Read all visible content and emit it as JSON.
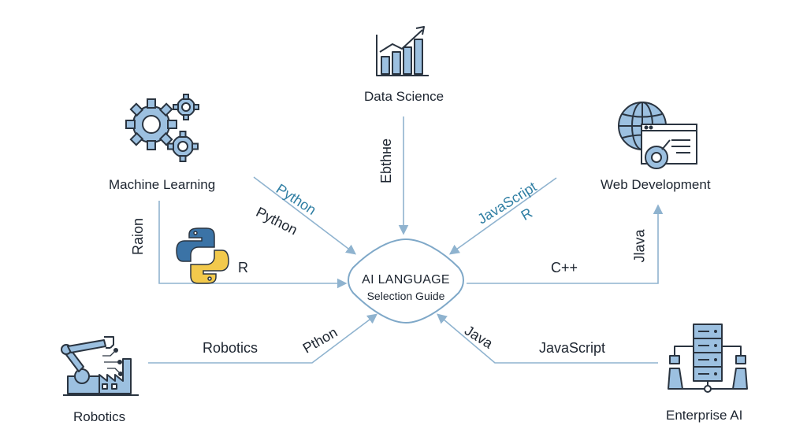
{
  "center": {
    "title": "AI LANGUAGE",
    "subtitle": "Selection Guide"
  },
  "nodes": {
    "data_science": "Data Science",
    "machine_learning": "Machine Learning",
    "web_development": "Web Development",
    "robotics": "Robotics",
    "enterprise_ai": "Enterprise AI"
  },
  "edge_labels": {
    "ds_vertical": "Ebthне",
    "ml_python_blue": "Python",
    "ml_python_dark": "Python",
    "ml_vertical": "Raion",
    "ml_r": "R",
    "wd_javascript_blue": "JavaScript",
    "wd_r_blue": "R",
    "wd_cpp": "C++",
    "wd_vertical": "Jlava",
    "rb_robotics": "Robotics",
    "rb_pthon": "Pthon",
    "ea_java": "Java",
    "ea_javascript": "JavaScript"
  },
  "colors": {
    "line": "#8fb3cf",
    "icon_stroke": "#2a3440",
    "icon_fill": "#9cc0e0",
    "accent_text": "#2f7ea3",
    "python_blue": "#3b73a6",
    "python_yellow": "#f2c94c"
  },
  "icons": {
    "data_science": "bar-chart-growth-icon",
    "machine_learning": "gears-icon",
    "web_development": "globe-browser-icon",
    "robotics": "robot-arm-factory-icon",
    "enterprise_ai": "server-network-icon",
    "python": "python-logo-icon"
  }
}
